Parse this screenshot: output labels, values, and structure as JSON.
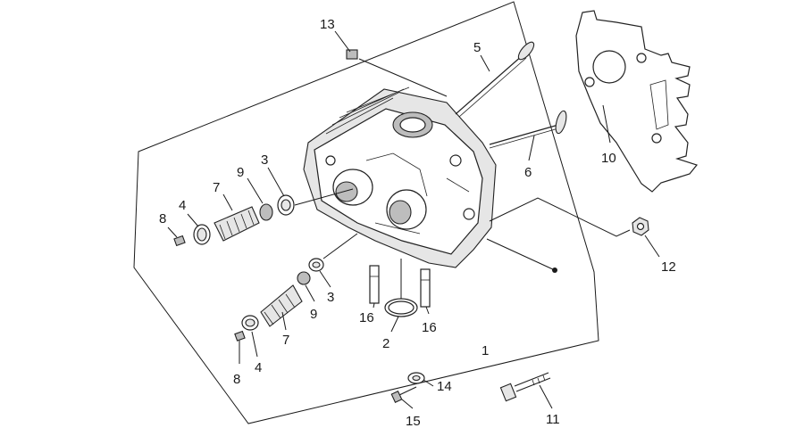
{
  "callouts": {
    "c1": "1",
    "c2": "2",
    "c3a": "3",
    "c3b": "3",
    "c4a": "4",
    "c4b": "4",
    "c5": "5",
    "c6": "6",
    "c7a": "7",
    "c7b": "7",
    "c8a": "8",
    "c8b": "8",
    "c9a": "9",
    "c9b": "9",
    "c10": "10",
    "c11": "11",
    "c12": "12",
    "c13": "13",
    "c14": "14",
    "c15": "15",
    "c16a": "16",
    "c16b": "16"
  },
  "colors": {
    "line": "#1a1a1a",
    "part_fill": "#e6e6e6",
    "part_shade": "#bdbdbd",
    "background": "#ffffff"
  }
}
